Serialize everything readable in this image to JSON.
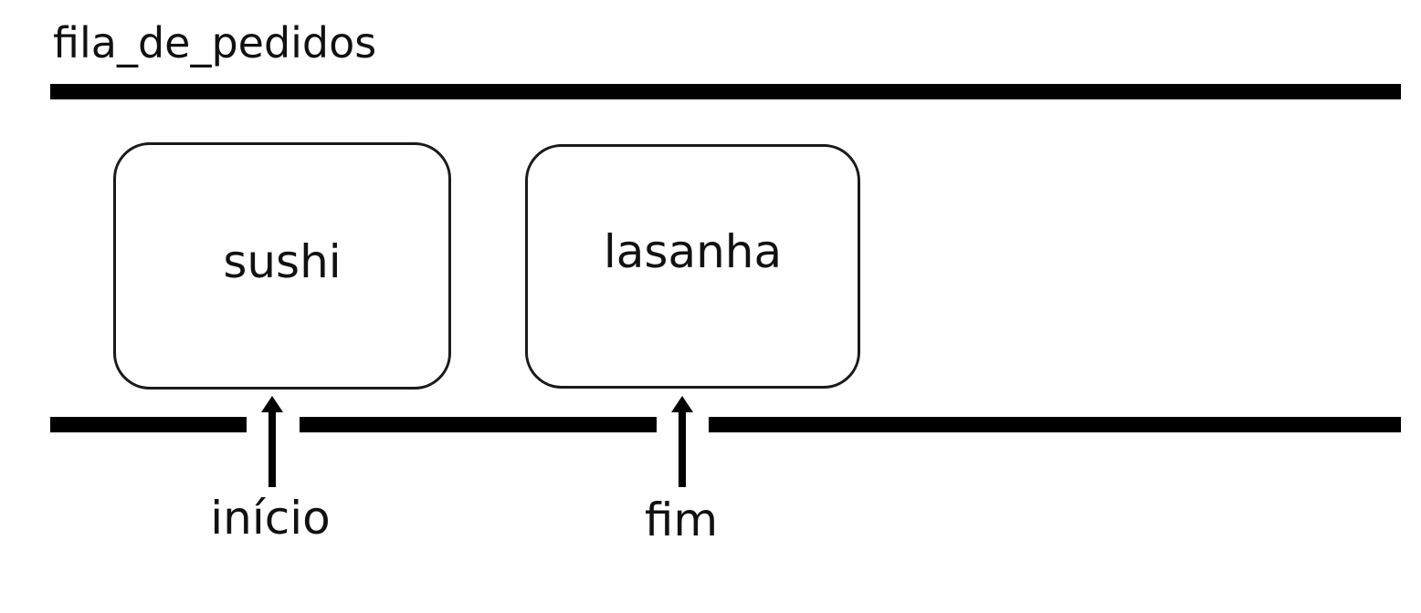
{
  "queue": {
    "title": "fila_de_pedidos",
    "items": [
      {
        "label": "sushi"
      },
      {
        "label": "lasanha"
      }
    ]
  },
  "pointers": {
    "start": {
      "label": "início",
      "icon": "arrow-up-icon"
    },
    "end": {
      "label": "fim",
      "icon": "arrow-up-icon"
    }
  },
  "colors": {
    "stroke": "#000000",
    "background": "#ffffff"
  }
}
